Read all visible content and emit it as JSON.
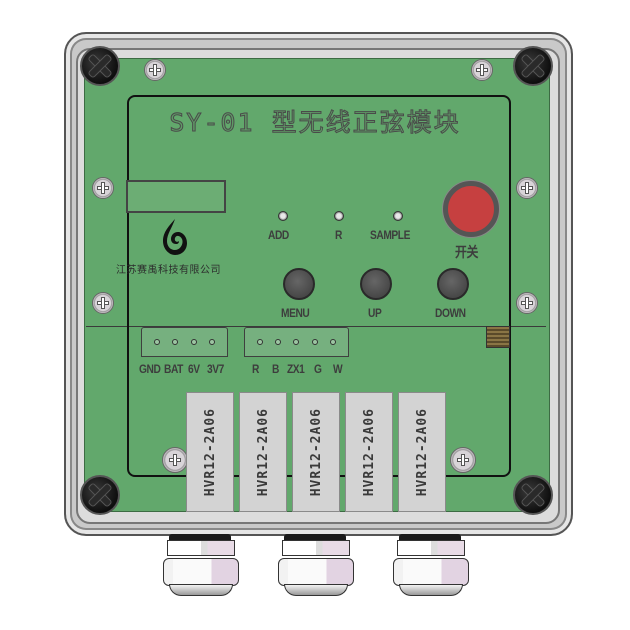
{
  "device": {
    "title": "SY-01 型无线正弦模块",
    "company": "江苏赛禹科技有限公司",
    "colors": {
      "board": "#62a86c",
      "power_button": "#c64040",
      "enclosure": "#c9c9c9"
    }
  },
  "indicators": [
    {
      "label": "ADD"
    },
    {
      "label": "R"
    },
    {
      "label": "SAMPLE"
    }
  ],
  "power": {
    "label": "开关"
  },
  "buttons": [
    {
      "label": "MENU"
    },
    {
      "label": "UP"
    },
    {
      "label": "DOWN"
    }
  ],
  "terminals": {
    "power_block": {
      "pins": [
        "GND",
        "BAT",
        "6V",
        "3V7"
      ]
    },
    "signal_block": {
      "pins": [
        "R",
        "B",
        "ZX1",
        "G",
        "W"
      ]
    }
  },
  "relays": [
    {
      "model": "HVR12-2A06"
    },
    {
      "model": "HVR12-2A06"
    },
    {
      "model": "HVR12-2A06"
    },
    {
      "model": "HVR12-2A06"
    },
    {
      "model": "HVR12-2A06"
    }
  ],
  "cable_glands": {
    "count": 3
  }
}
